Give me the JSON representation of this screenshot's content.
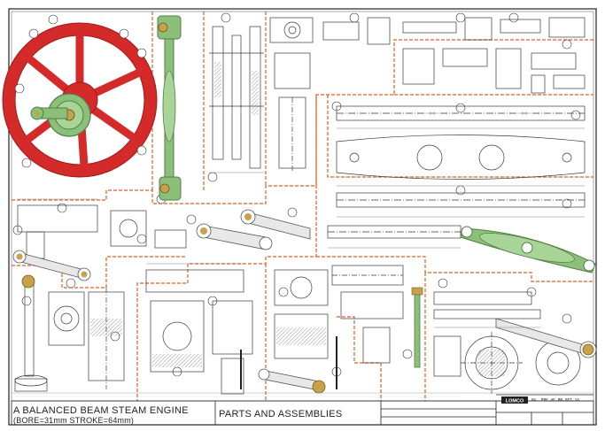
{
  "sheet": {
    "title_line_1": "A BALANCED BEAM STEAM ENGINE",
    "title_line_2": "(BORE=31mm  STROKE=64mm)",
    "sheet_title": "PARTS AND ASSEMBLIES",
    "company": "LOMCO",
    "drawing_number": "No. PRE.AE.BB.SET.1A"
  },
  "colors": {
    "flywheel": "#d42a2a",
    "flywheel_dark": "#a01a1a",
    "green_parts": "#8cbf7a",
    "green_dark": "#4f7f45",
    "brass": "#c8a24a",
    "section_line": "#e06020",
    "linework": "#3a3a3a",
    "border": "#222222"
  },
  "icons": [
    "flywheel-assembly",
    "connecting-rod",
    "beam-assembly",
    "piston-rod",
    "crank-lever"
  ]
}
